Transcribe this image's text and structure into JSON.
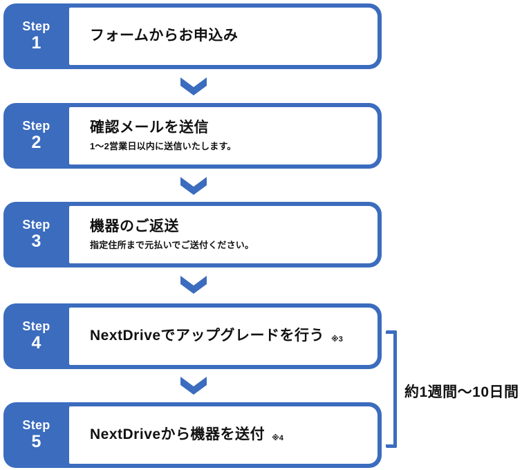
{
  "colors": {
    "accent": "#3b6cbe",
    "text": "#111111",
    "background": "#ffffff"
  },
  "steps": [
    {
      "label": "Step",
      "number": "1",
      "title": "フォームからお申込み",
      "subtitle": "",
      "note": ""
    },
    {
      "label": "Step",
      "number": "2",
      "title": "確認メールを送信",
      "subtitle": "1〜2営業日以内に送信いたします。",
      "note": ""
    },
    {
      "label": "Step",
      "number": "3",
      "title": "機器のご返送",
      "subtitle": "指定住所まで元払いでご送付ください。",
      "note": ""
    },
    {
      "label": "Step",
      "number": "4",
      "title": "NextDriveでアップグレードを行う",
      "subtitle": "",
      "note": "※3"
    },
    {
      "label": "Step",
      "number": "5",
      "title": "NextDriveから機器を送付",
      "subtitle": "",
      "note": "※4"
    }
  ],
  "bracket": {
    "label": "約1週間〜10日間"
  }
}
